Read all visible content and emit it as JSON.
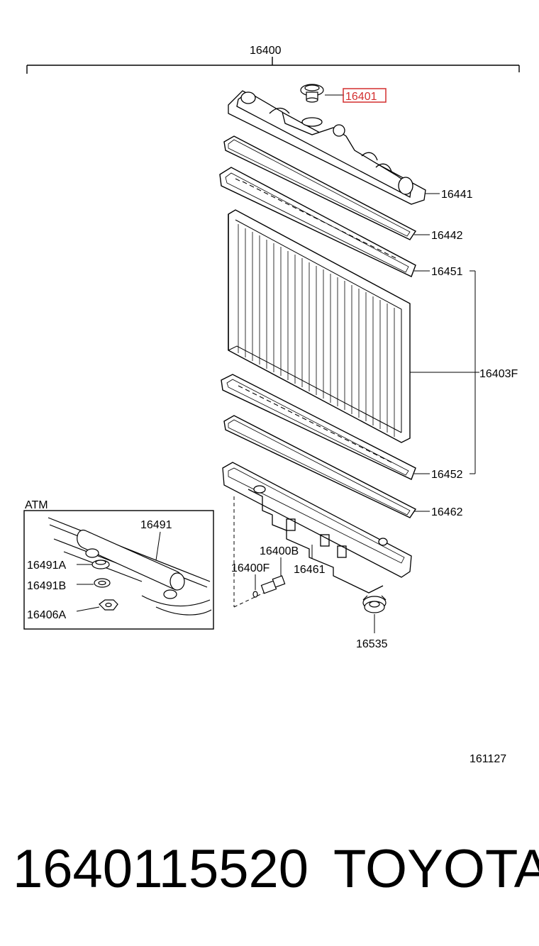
{
  "diagram": {
    "assembly_label": "16400",
    "highlighted_part": "16401",
    "labels": {
      "p16441": "16441",
      "p16442": "16442",
      "p16451": "16451",
      "p16403F": "16403F",
      "p16452": "16452",
      "p16462": "16462",
      "p16400B": "16400B",
      "p16400F": "16400F",
      "p16461": "16461",
      "p16535": "16535",
      "p16491": "16491",
      "p16491A": "16491A",
      "p16491B": "16491B",
      "p16406A": "16406A"
    },
    "inset_title": "ATM",
    "diagram_code": "161127",
    "highlight_color": "#d32f2f"
  },
  "footer": {
    "part_number": "1640115520",
    "brand": "TOYOTA"
  }
}
